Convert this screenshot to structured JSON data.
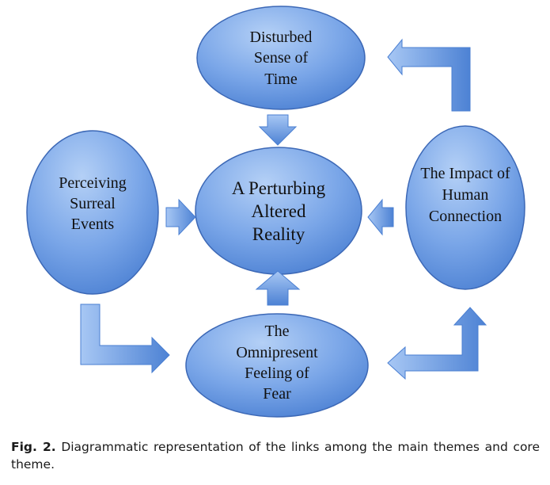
{
  "diagram": {
    "nodes": {
      "center": {
        "lines": [
          "A Perturbing",
          "Altered",
          "Reality"
        ]
      },
      "top": {
        "lines": [
          "Disturbed",
          "Sense of",
          "Time"
        ]
      },
      "left": {
        "lines": [
          "Perceiving",
          "Surreal",
          "Events"
        ]
      },
      "right": {
        "lines": [
          "The Impact of",
          "Human",
          "Connection"
        ]
      },
      "bottom": {
        "lines": [
          "The",
          "Omnipresent",
          "Feeling of",
          "Fear"
        ]
      }
    }
  },
  "caption": {
    "label": "Fig. 2.",
    "text": "Diagrammatic representation of the links among the main themes and core theme."
  },
  "colors": {
    "ellipse_light": "#a9c8f3",
    "ellipse_dark": "#4f86d8",
    "ellipse_stroke": "#3c68b6",
    "arrow_light": "#9cc0f2",
    "arrow_dark": "#4a7fd2"
  }
}
